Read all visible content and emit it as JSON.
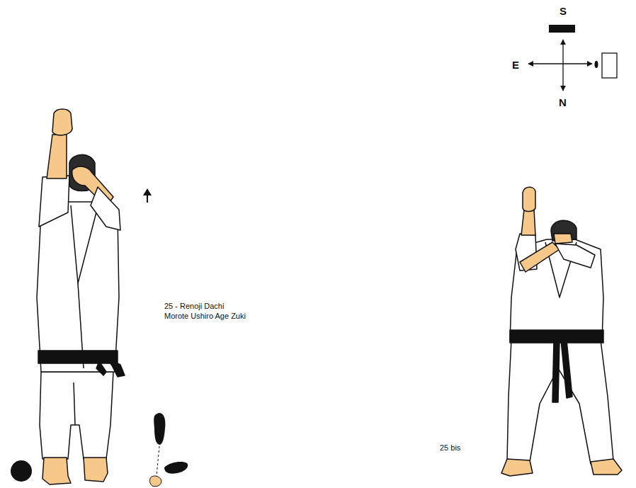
{
  "diagram": {
    "labels": [
      "S",
      "E",
      "N",
      "25 - Renoji Dachi Morote Ushiro Age Zuki",
      "25 bis"
    ]
  }
}
